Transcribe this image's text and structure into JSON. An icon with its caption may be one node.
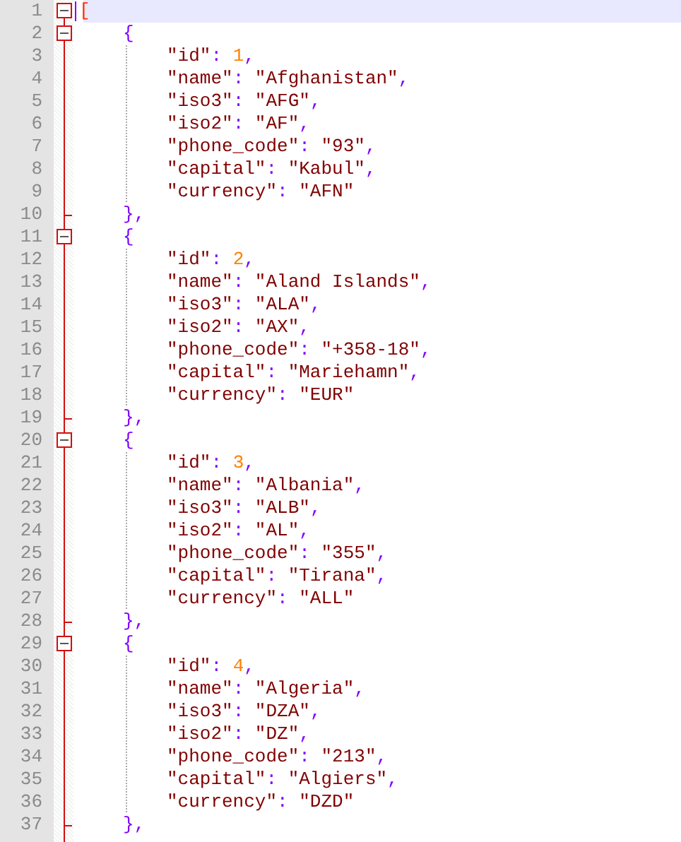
{
  "diagram": {
    "labels": [
      "1",
      "[",
      "2",
      "{",
      "3",
      "\"id\": 1,",
      "4",
      "\"name\": \"Afghanistan\",",
      "5",
      "\"iso3\": \"AFG\",",
      "6",
      "\"iso2\": \"AF\",",
      "7",
      "\"phone_code\": \"93\",",
      "8",
      "\"capital\": \"Kabul\",",
      "9",
      "\"currency\": \"AFN\"",
      "10",
      "},",
      "11",
      "{",
      "12",
      "\"id\": 2,",
      "13",
      "\"name\": \"Aland Islands\",",
      "14",
      "\"iso3\": \"ALA\",",
      "15",
      "\"iso2\": \"AX\",",
      "16",
      "\"phone_code\": \"+358-18\",",
      "17",
      "\"capital\": \"Mariehamn\",",
      "18",
      "\"currency\": \"EUR\"",
      "19",
      "},",
      "20",
      "{",
      "21",
      "\"id\": 3,",
      "22",
      "\"name\": \"Albania\",",
      "23",
      "\"iso3\": \"ALB\",",
      "24",
      "\"iso2\": \"AL\",",
      "25",
      "\"phone_code\": \"355\",",
      "26",
      "\"capital\": \"Tirana\",",
      "27",
      "\"currency\": \"ALL\"",
      "28",
      "},",
      "29",
      "{",
      "30",
      "\"id\": 4,",
      "31",
      "\"name\": \"Algeria\",",
      "32",
      "\"iso3\": \"DZA\",",
      "33",
      "\"iso2\": \"DZ\",",
      "34",
      "\"phone_code\": \"213\",",
      "35",
      "\"capital\": \"Algiers\",",
      "36",
      "\"currency\": \"DZD\"",
      "37",
      "},"
    ]
  }
}
